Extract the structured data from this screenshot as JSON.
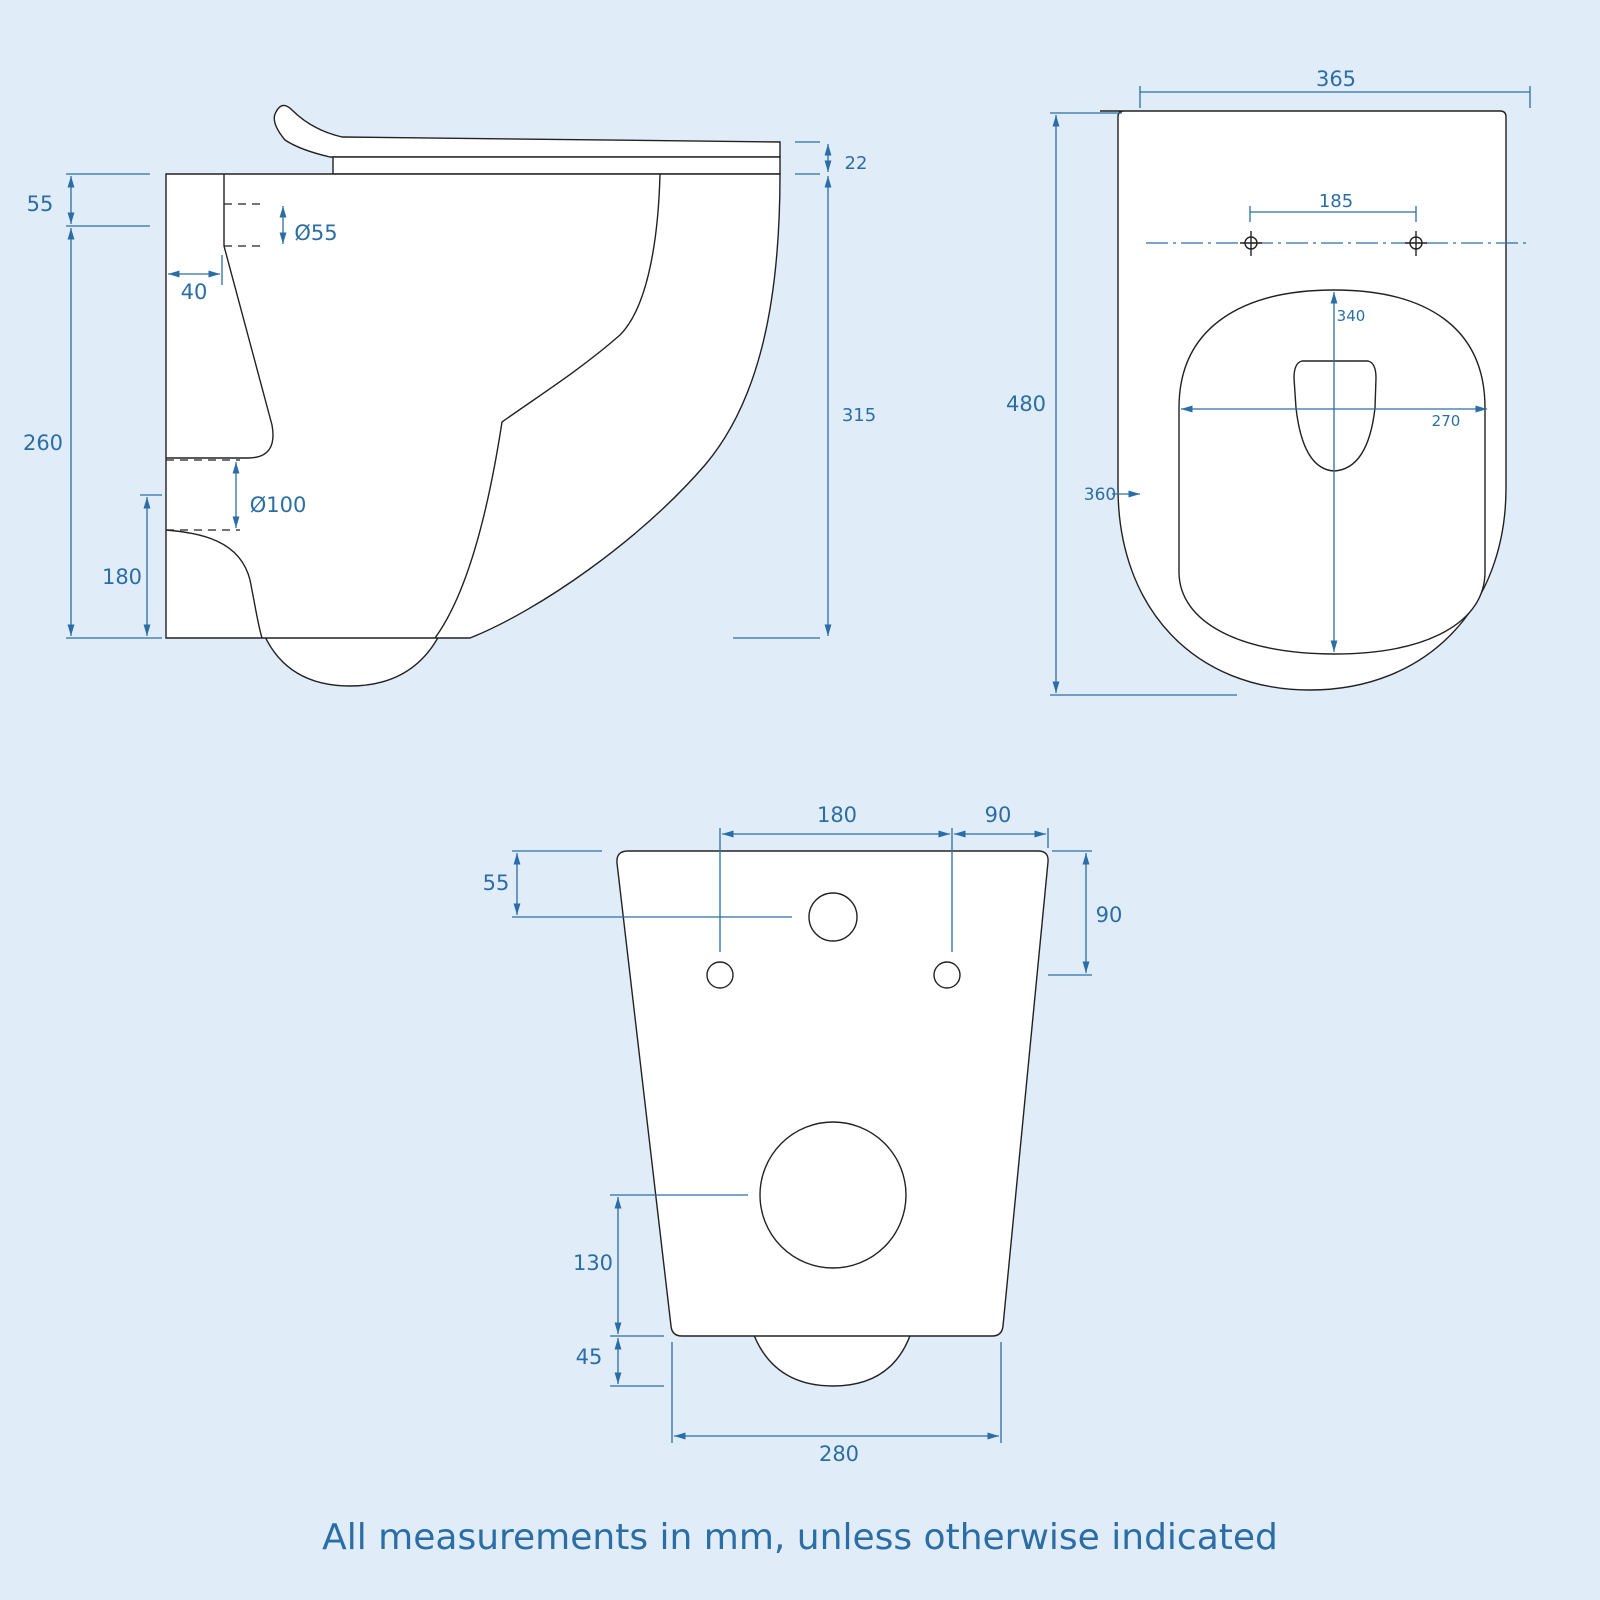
{
  "colors": {
    "background": "#e0ecf8",
    "dimension": "#2b6ea6",
    "outline": "#222222",
    "fill": "#ffffff"
  },
  "side_view": {
    "dims": {
      "top_offset": "55",
      "height_to_inlet": "260",
      "outlet_height": "180",
      "wall_gap": "40",
      "inlet_dia": "Ø55",
      "outlet_dia": "Ø100",
      "seat_thickness": "22",
      "height": "315"
    }
  },
  "top_view": {
    "dims": {
      "width": "365",
      "length": "480",
      "fixing_spacing": "185",
      "seat_length": "340",
      "seat_width": "270",
      "side": "360"
    }
  },
  "back_view": {
    "dims": {
      "fixing_spacing": "180",
      "fixing_offset": "90",
      "inlet_from_top": "55",
      "fixing_from_top": "90",
      "outlet_height": "130",
      "bottom_offset": "45",
      "base_width": "280"
    }
  },
  "footer": "All measurements in mm, unless otherwise indicated"
}
